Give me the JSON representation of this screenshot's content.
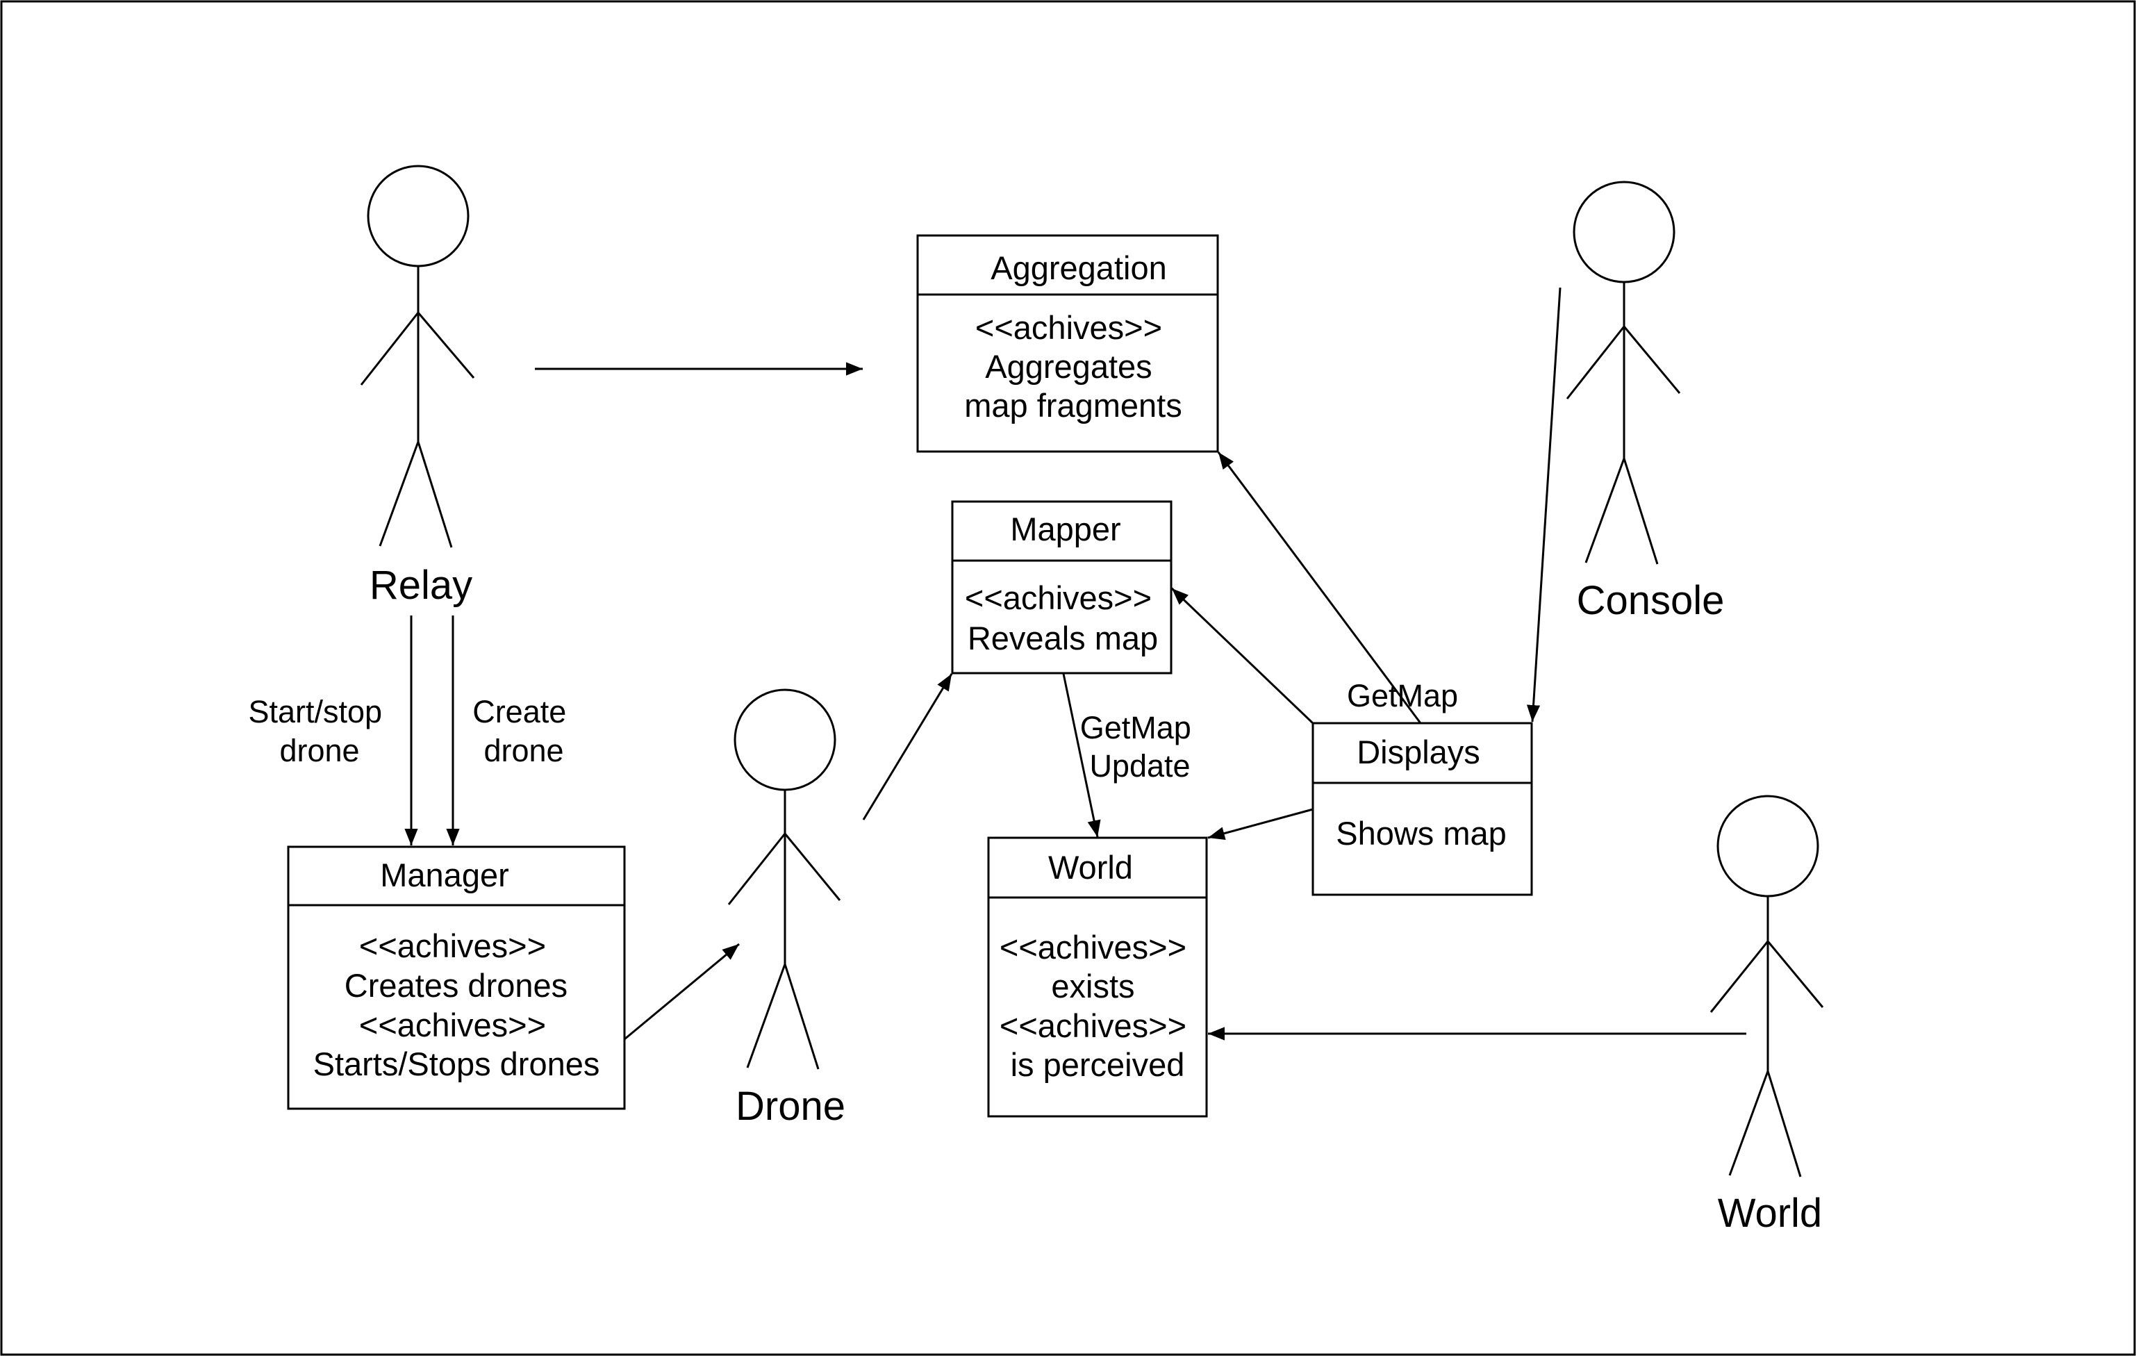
{
  "frame": {
    "border_color": "#000000",
    "background": "#ffffff"
  },
  "actors": {
    "relay": {
      "name": "Relay"
    },
    "console": {
      "name": "Console"
    },
    "drone": {
      "name": "Drone"
    },
    "world": {
      "name": "World"
    }
  },
  "boxes": {
    "aggregation": {
      "title": "Aggregation",
      "body": [
        "<<achives>>",
        "Aggregates",
        "map fragments"
      ]
    },
    "mapper": {
      "title": "Mapper",
      "body": [
        "<<achives>>",
        "Reveals map"
      ]
    },
    "manager": {
      "title": "Manager",
      "body": [
        "<<achives>>",
        "Creates drones",
        "<<achives>>",
        "Starts/Stops drones"
      ]
    },
    "world": {
      "title": "World",
      "body": [
        "<<achives>>",
        "exists",
        "<<achives>>",
        "is perceived"
      ]
    },
    "displays": {
      "title": "Displays",
      "body": [
        "Shows map"
      ]
    }
  },
  "edge_labels": {
    "start_stop": [
      "Start/stop",
      "drone"
    ],
    "create": [
      "Create",
      "drone"
    ],
    "mapper_world": [
      "GetMap",
      "Update"
    ],
    "displays_aggregation": "GetMap"
  },
  "connections": [
    {
      "from": "Relay",
      "to": "Aggregation"
    },
    {
      "from": "Relay",
      "to": "Manager",
      "label": "Start/stop drone"
    },
    {
      "from": "Relay",
      "to": "Manager",
      "label": "Create drone"
    },
    {
      "from": "Manager",
      "to": "Drone"
    },
    {
      "from": "Drone",
      "to": "Mapper"
    },
    {
      "from": "Mapper",
      "to": "World",
      "label": "GetMap Update"
    },
    {
      "from": "Displays",
      "to": "Aggregation",
      "label": "GetMap"
    },
    {
      "from": "Displays",
      "to": "Mapper"
    },
    {
      "from": "Displays",
      "to": "World"
    },
    {
      "from": "Console",
      "to": "Displays"
    },
    {
      "from": "World",
      "to": "World"
    }
  ]
}
